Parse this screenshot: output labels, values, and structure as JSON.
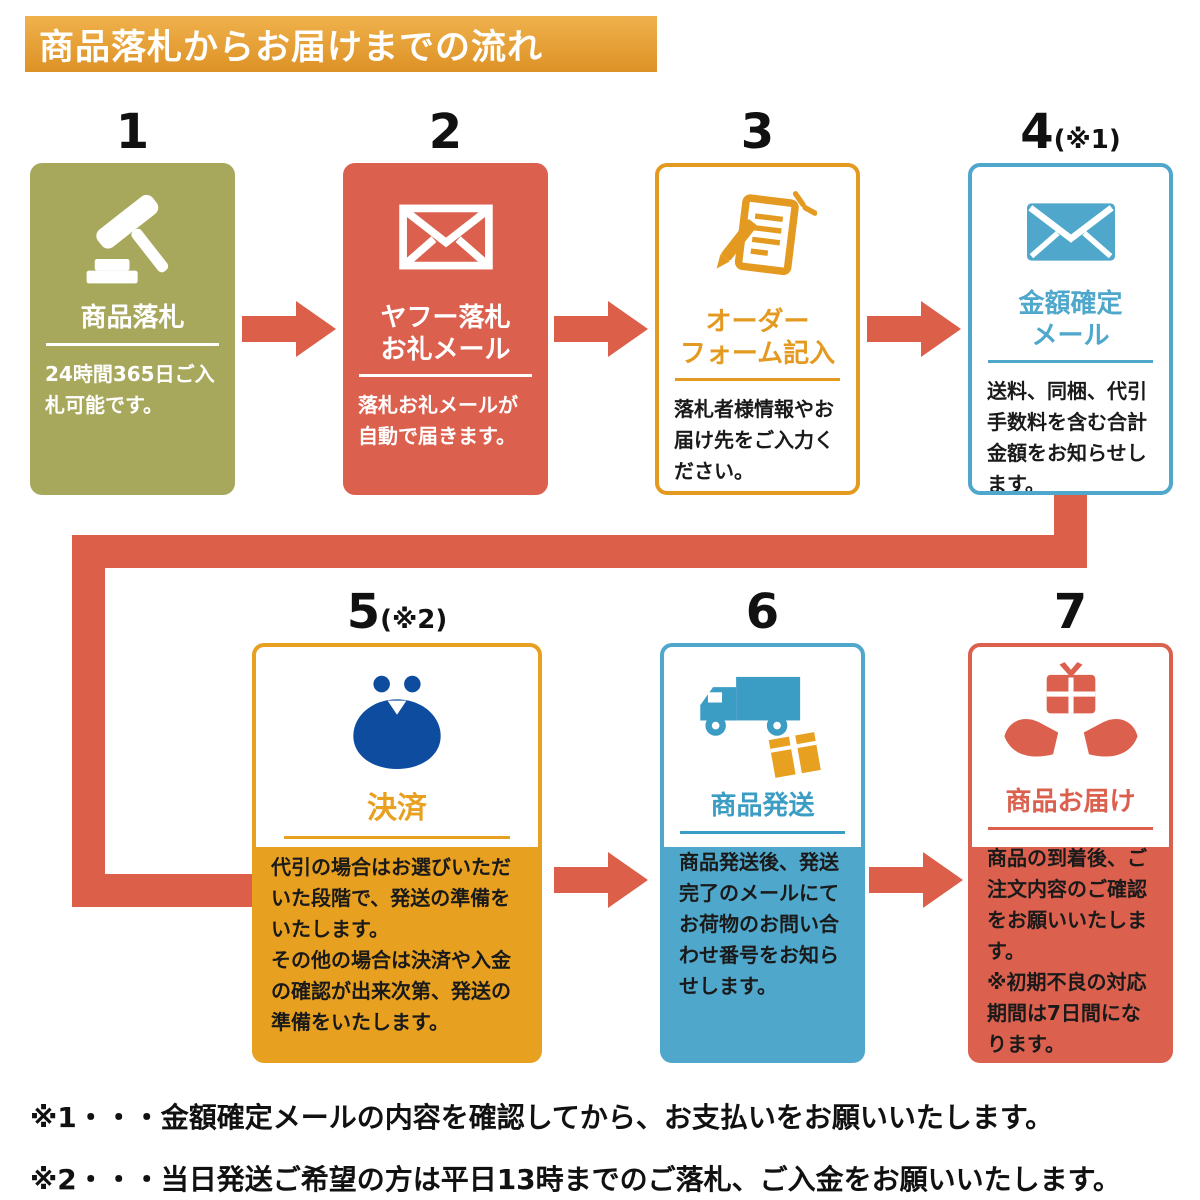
{
  "header": {
    "title": "商品落札からお届けまでの流れ",
    "bg_color": "#E49A2C",
    "text_color": "#FFFFFF"
  },
  "steps": [
    {
      "number": "1",
      "suffix": "",
      "title": "商品落札",
      "body": "24時間365日ご入札可能です。",
      "icon": "gavel-icon",
      "card_color": "#A7A85C",
      "style": "solid"
    },
    {
      "number": "2",
      "suffix": "",
      "title": "ヤフー落札\nお礼メール",
      "body": "落札お礼メールが自動で届きます。",
      "icon": "mail-outline-icon",
      "card_color": "#DB604E",
      "style": "solid"
    },
    {
      "number": "3",
      "suffix": "",
      "title": "オーダー\nフォーム記入",
      "body": "落札者様情報やお届け先をご入力ください。",
      "icon": "order-form-icon",
      "card_color": "#E49A20",
      "style": "outline"
    },
    {
      "number": "4",
      "suffix": "(※1)",
      "title": "金額確定\nメール",
      "body": "送料、同梱、代引手数料を含む合計金額をお知らせします。",
      "icon": "mail-solid-icon",
      "card_color": "#4FA8CB",
      "style": "outline"
    },
    {
      "number": "5",
      "suffix": "(※2)",
      "title": "決済",
      "body": "代引の場合はお選びいただいた段階で、発送の準備をいたします。\nその他の場合は決済や入金の確認が出来次第、発送の準備をいたします。",
      "icon": "coin-purse-icon",
      "card_color": "#E8A021",
      "icon_color": "#0D4C9E",
      "style": "split"
    },
    {
      "number": "6",
      "suffix": "",
      "title": "商品発送",
      "body": "商品発送後、発送完了のメールにてお荷物のお問い合わせ番号をお知らせします。",
      "icon": "delivery-truck-icon",
      "card_color": "#4FA8CB",
      "style": "split"
    },
    {
      "number": "7",
      "suffix": "",
      "title": "商品お届け",
      "body": "商品の到着後、ご注文内容のご確認をお願いいたします。\n※初期不良の対応期間は7日間になります。",
      "icon": "hands-package-icon",
      "card_color": "#DB604E",
      "style": "split"
    }
  ],
  "footnotes": [
    "※1・・・金額確定メールの内容を確認してから、お支払いをお願いいたします。",
    "※2・・・当日発送ご希望の方は平日13時までのご落札、ご入金をお願いいたします。"
  ],
  "colors": {
    "arrow": "#DC5F49",
    "connector": "#DC5F49",
    "text": "#1A1A1A",
    "background": "#FFFFFF"
  }
}
